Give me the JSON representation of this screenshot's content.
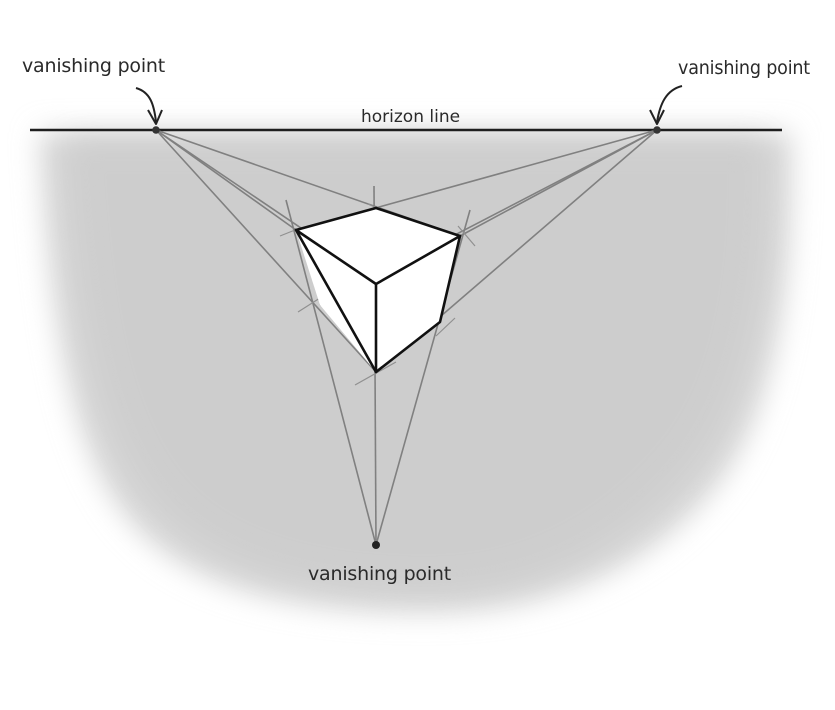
{
  "labels": {
    "vp_left": "vanishing point",
    "vp_right": "vanishing point",
    "vp_bottom": "vanishing point",
    "horizon": "horizon line"
  },
  "colors": {
    "background": "#ffffff",
    "shading": "#d4d4d4",
    "guide_lines": "#808080",
    "cube_edges": "#111111",
    "cube_face": "#ffffff",
    "vanishing_point": "#333333"
  },
  "icons": {
    "arrow_left": "curved-arrow-down-icon",
    "arrow_right": "curved-arrow-down-icon"
  }
}
